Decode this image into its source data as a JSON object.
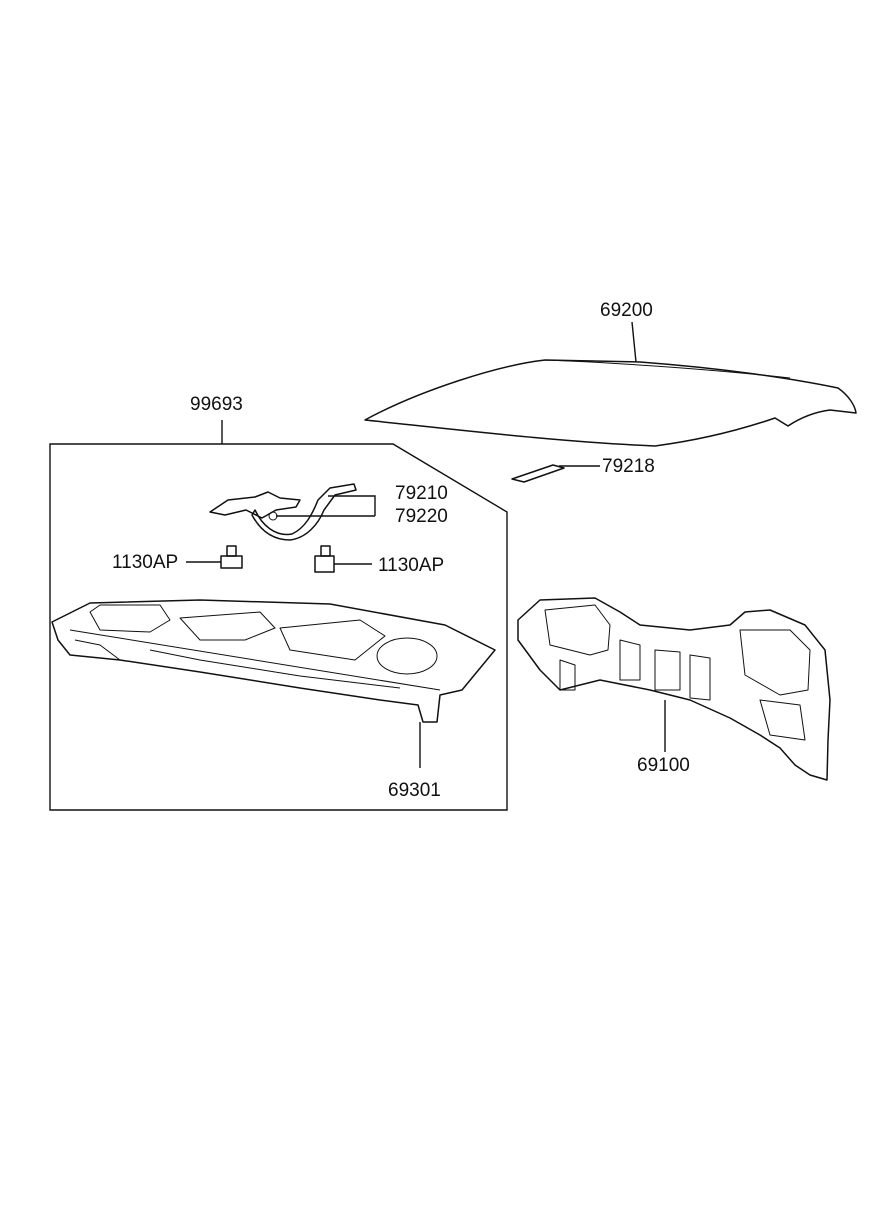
{
  "callouts": {
    "roof_panel": "69200",
    "roof_strip": "79218",
    "kit": "99693",
    "hinge_a": "79210",
    "hinge_b": "79220",
    "bolt_left": "1130AP",
    "bolt_right": "1130AP",
    "package_tray": "69301",
    "back_panel": "69100"
  }
}
